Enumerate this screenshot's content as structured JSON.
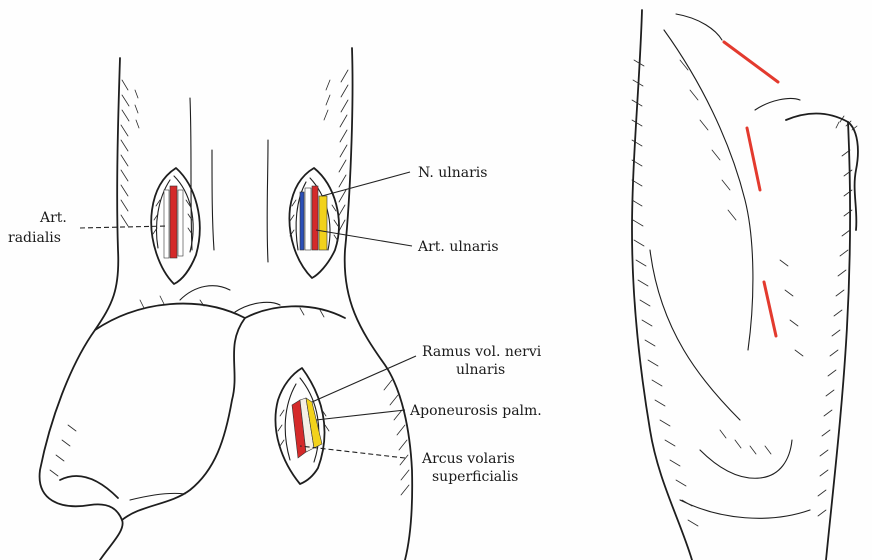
{
  "labels": {
    "art_radialis_line1": "Art.",
    "art_radialis_line2": "radialis",
    "n_ulnaris": "N. ulnaris",
    "art_ulnaris": "Art. ulnaris",
    "ramus_line1": "Ramus vol. nervi",
    "ramus_line2": "ulnaris",
    "aponeurosis": "Aponeurosis palm.",
    "arcus_line1": "Arcus volaris",
    "arcus_line2": "superficialis"
  },
  "colors": {
    "artery": "#d42a2a",
    "nerve": "#f2d21b",
    "vein": "#2b4fb8",
    "incision_mark": "#e33a2e",
    "ink": "#1e1e1e"
  }
}
